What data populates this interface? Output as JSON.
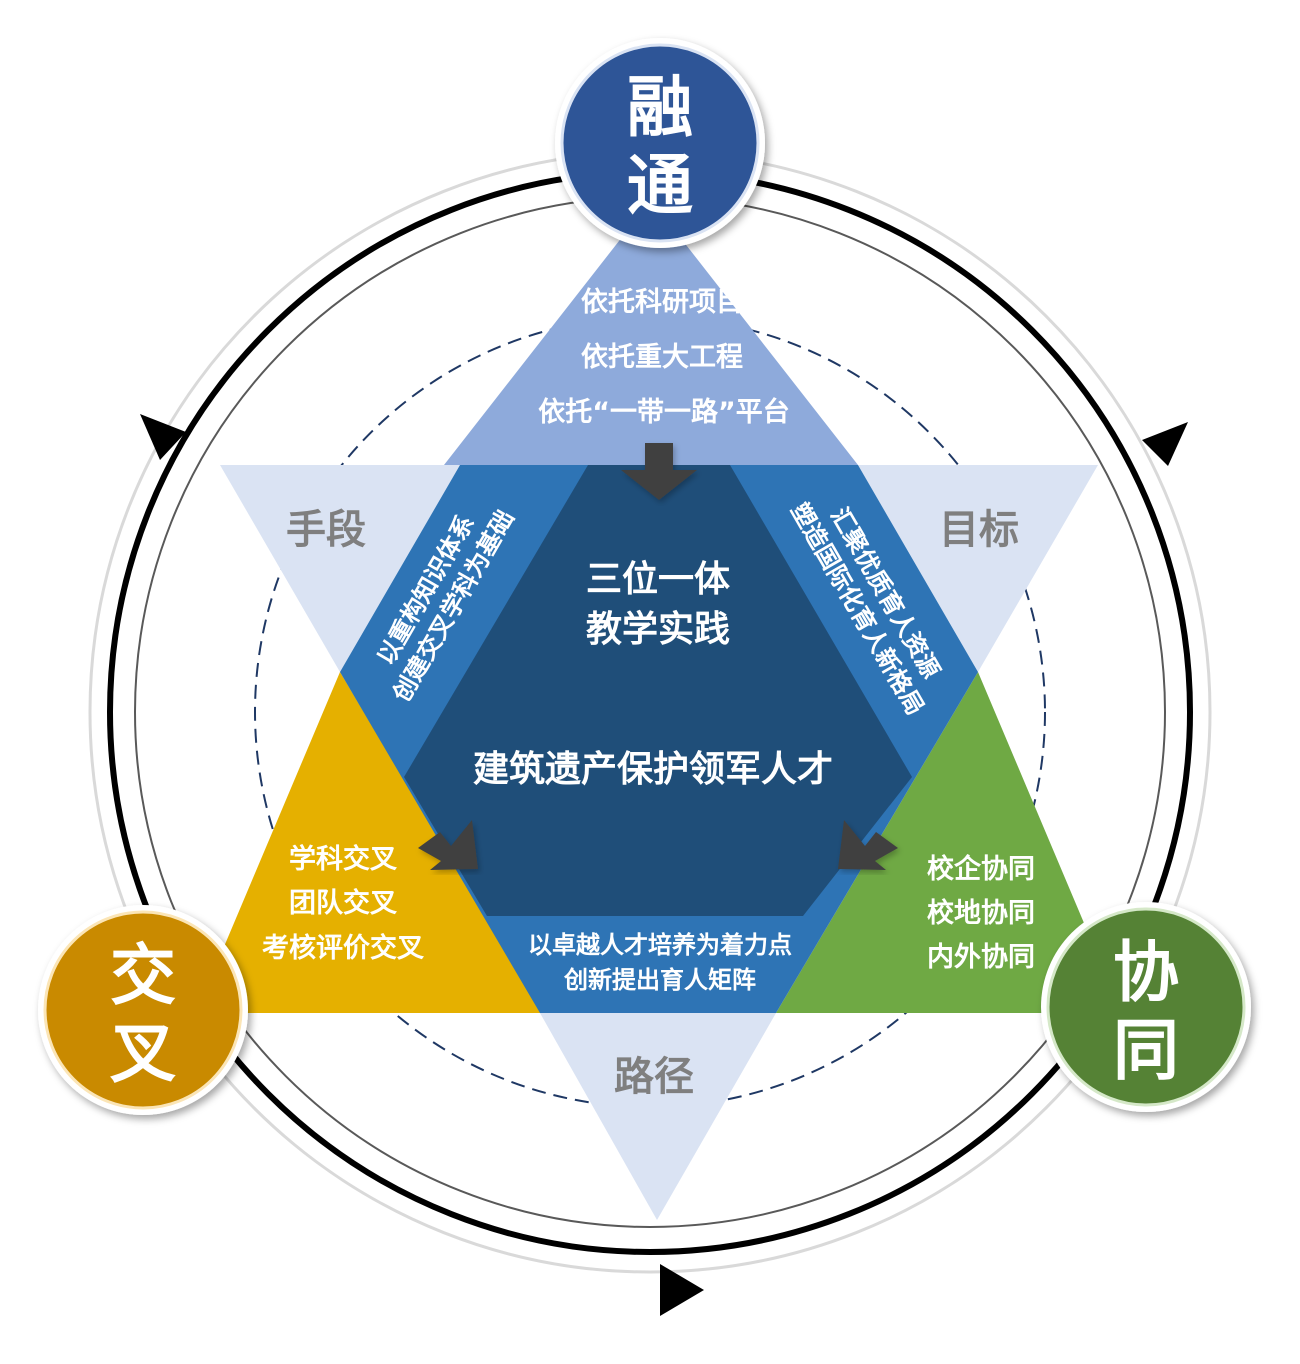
{
  "colors": {
    "top_triangle": "#8eaadb",
    "pale_triangle": "#dae3f3",
    "yellow_triangle": "#e5b000",
    "green_triangle": "#6fa944",
    "mid_blue": "#2e74b5",
    "dark_center": "#1f4e79",
    "badge_blue": "#2f5597",
    "badge_gold": "#c98a00",
    "badge_green": "#548235",
    "arrow_gray": "#404040"
  },
  "badges": {
    "top": [
      "融",
      "通"
    ],
    "left": [
      "交",
      "叉"
    ],
    "right": [
      "协",
      "同"
    ]
  },
  "top_triangle_lines": [
    "依托科研项目",
    "依托重大工程",
    "依托“一带一路”平台"
  ],
  "corner_labels": {
    "left": "手段",
    "right": "目标",
    "bottom": "路径"
  },
  "center": {
    "line1": "三位一体",
    "line2": "教学实践",
    "line3": "建筑遗产保护领军人才"
  },
  "left_band": [
    "以重构知识体系",
    "创建交叉学科为基础"
  ],
  "right_band": [
    "汇聚优质育人资源",
    "塑造国际化育人新格局"
  ],
  "bottom_band": [
    "以卓越人才培养为着力点",
    "创新提出育人矩阵"
  ],
  "left_triangle_lines": [
    "学科交叉",
    "团队交叉",
    "考核评价交叉"
  ],
  "right_triangle_lines": [
    "校企协同",
    "校地协同",
    "内外协同"
  ]
}
